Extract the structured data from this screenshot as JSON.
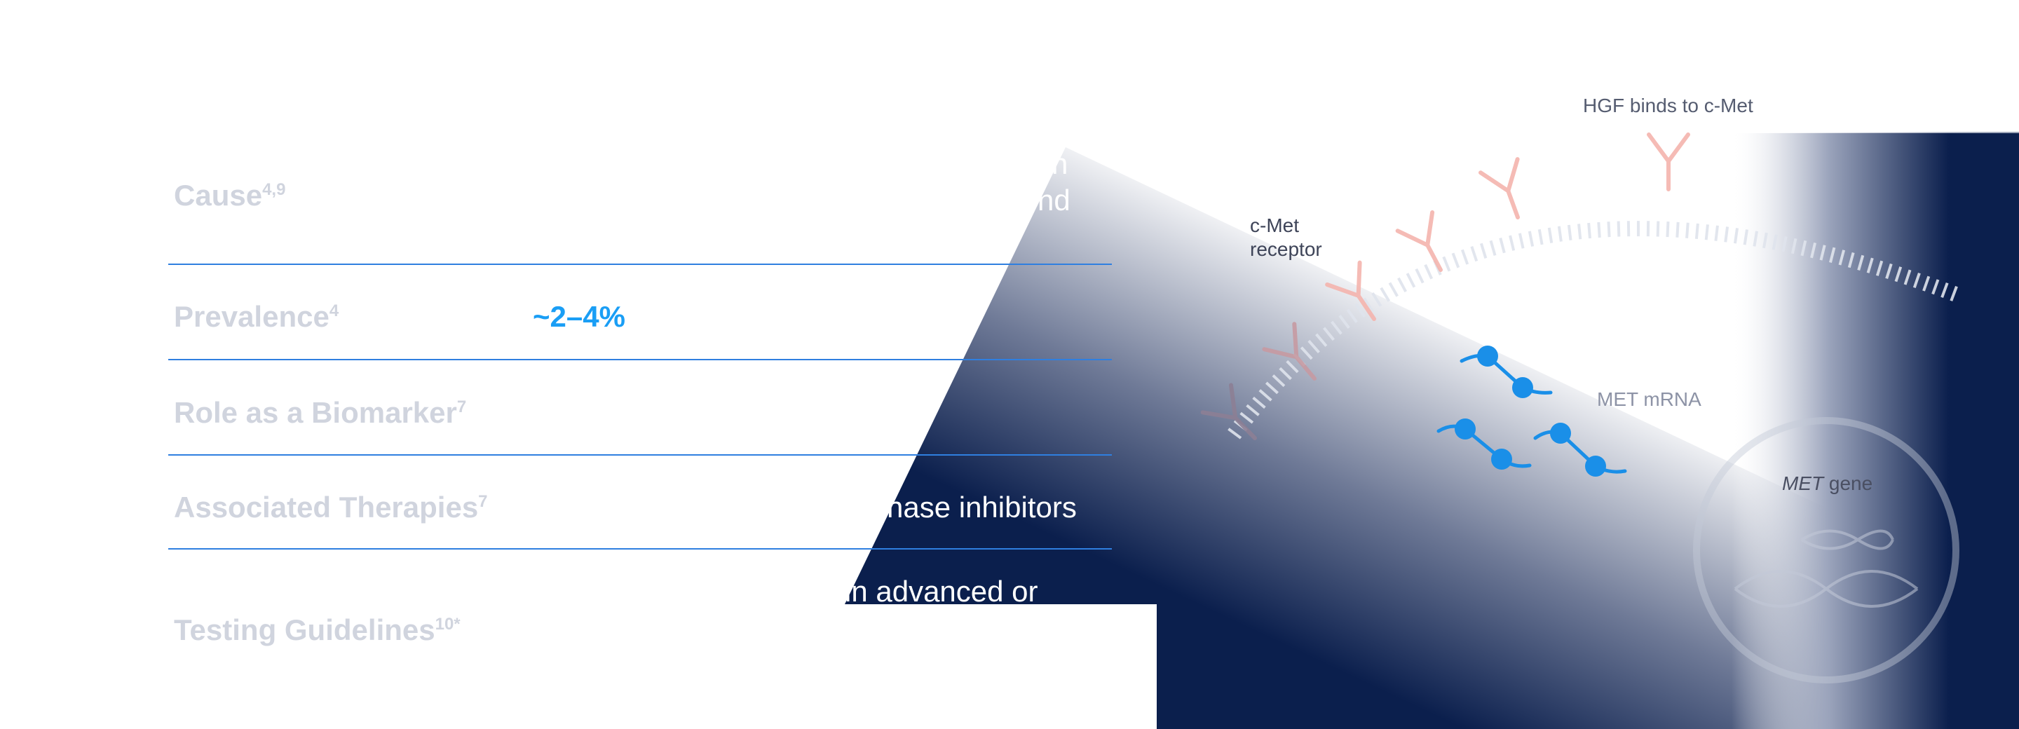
{
  "rows": [
    {
      "label": "Cause",
      "sup": "4,9"
    },
    {
      "label": "Prevalence",
      "sup": "4"
    },
    {
      "label": "Role as a Biomarker",
      "sup": "7"
    },
    {
      "label": "Associated Therapies",
      "sup": "7"
    },
    {
      "label": "Testing Guidelines",
      "sup": "10*"
    }
  ],
  "prevalence_value": "~2–4%",
  "clipped_text": {
    "cause_line1": "n",
    "cause_line2": "nd",
    "therapies": "nase inhibitors",
    "guidelines": "in advanced or"
  },
  "diagram": {
    "hgf_label": "HGF binds to c-Met",
    "receptor_line1": "c-Met",
    "receptor_line2": "receptor",
    "mrna_label": "MET mRNA",
    "gene_italic": "MET",
    "gene_rest": " gene"
  },
  "colors": {
    "navy": "#0b1f4d",
    "rule_blue": "#2f7fe0",
    "accent_blue": "#1a9ef5",
    "label_gray": "#d0d4de",
    "antibody_pink": "#f4b4ad"
  }
}
